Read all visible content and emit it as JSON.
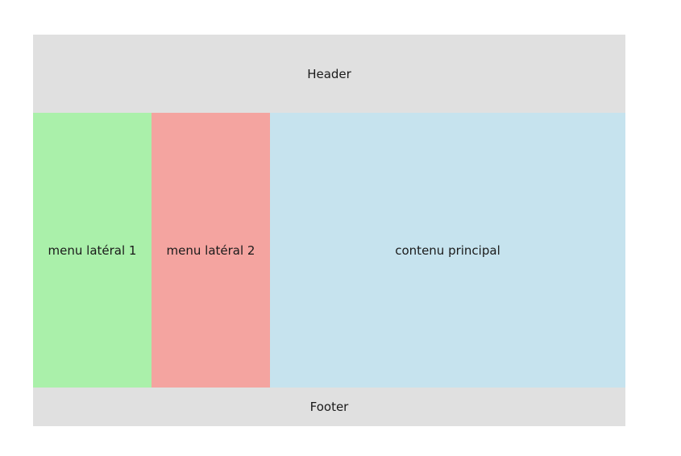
{
  "header": {
    "label": "Header"
  },
  "sidebar1": {
    "label": "menu latéral 1"
  },
  "sidebar2": {
    "label": "menu latéral 2"
  },
  "main": {
    "label": "contenu principal"
  },
  "footer": {
    "label": "Footer"
  },
  "colors": {
    "page_bg": "#ffffff",
    "header_footer_bg": "#e0e0e0",
    "sidebar1_bg": "#aaf0aa",
    "sidebar2_bg": "#f4a4a0",
    "main_bg": "#c6e3ee",
    "text": "#1a1a1a"
  }
}
